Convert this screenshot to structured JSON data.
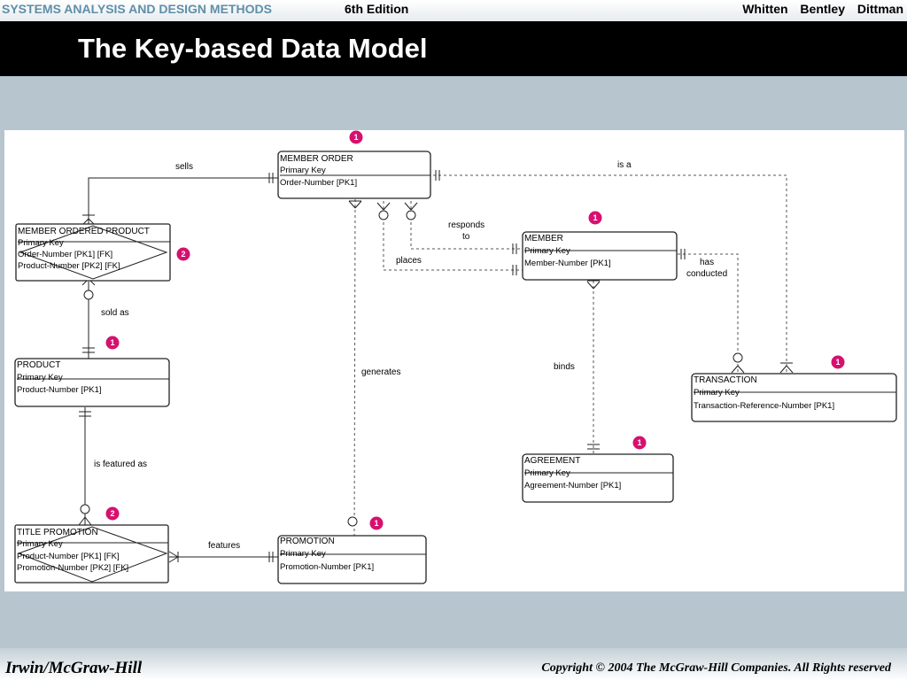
{
  "header": {
    "course": "SYSTEMS ANALYSIS AND DESIGN METHODS",
    "edition": "6th Edition",
    "authors": "Whitten Bentley Dittman"
  },
  "slide": {
    "title": "The Key-based Data Model"
  },
  "diagram": {
    "entities": {
      "member_order": {
        "name": "MEMBER ORDER",
        "attrs": [
          "Primary Key",
          "Order-Number   [PK1]"
        ],
        "badge": "1"
      },
      "member_ordered_product": {
        "name": "MEMBER ORDERED PRODUCT",
        "attrs": [
          "Primary Key",
          "Order-Number   [PK1]  [FK]",
          "Product-Number   [PK2]  [FK]"
        ],
        "badge": "2"
      },
      "product": {
        "name": "PRODUCT",
        "attrs": [
          "Primary Key",
          "Product-Number   [PK1]"
        ],
        "badge": "1"
      },
      "title_promotion": {
        "name": "TITLE PROMOTION",
        "attrs": [
          "Primary Key",
          "Product-Number   [PK1]  [FK]",
          "Promotion-Number   [PK2]  [FK]"
        ],
        "badge": "2"
      },
      "promotion": {
        "name": "PROMOTION",
        "attrs": [
          "Primary Key",
          "Promotion-Number   [PK1]"
        ],
        "badge": "1"
      },
      "member": {
        "name": "MEMBER",
        "attrs": [
          "Primary Key",
          "Member-Number   [PK1]"
        ],
        "badge": "1"
      },
      "agreement": {
        "name": "AGREEMENT",
        "attrs": [
          "Primary Key",
          "Agreement-Number   [PK1]"
        ],
        "badge": "1"
      },
      "transaction": {
        "name": "TRANSACTION",
        "attrs": [
          "Primary Key",
          "Transaction-Reference-Number   [PK1]"
        ],
        "badge": "1"
      }
    },
    "relationships": {
      "sells": "sells",
      "sold_as": "sold as",
      "is_featured_as": "is featured as",
      "features": "features",
      "generates": "generates",
      "responds_to_1": "responds",
      "responds_to_2": "to",
      "places": "places",
      "is_a": "is a",
      "has_conducted_1": "has",
      "has_conducted_2": "conducted",
      "binds": "binds"
    }
  },
  "footer": {
    "publisher": "Irwin/McGraw-Hill",
    "copyright": "Copyright © 2004 The McGraw-Hill Companies. All Rights reserved"
  }
}
